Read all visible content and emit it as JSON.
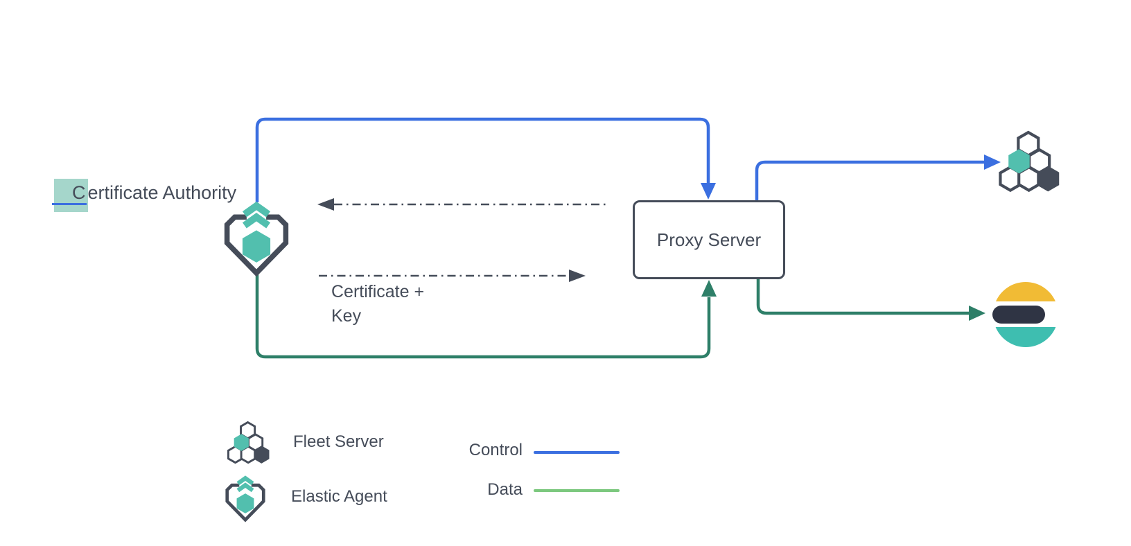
{
  "colors": {
    "control_blue": "#3b6fe0",
    "data_green_path": "#2e7f68",
    "data_green_legend": "#7cc87e",
    "dark_gray": "#454c59",
    "teal": "#52bfae",
    "es_yellow": "#f1bb35",
    "es_navy": "#2f3444",
    "es_teal": "#3ebeb0",
    "highlight_teal": "#a5d6cb"
  },
  "nodes": {
    "certificate_authority": {
      "label_highlight": "C",
      "label_rest": "ertificate Authority"
    },
    "proxy_server": {
      "label": "Proxy Server"
    }
  },
  "edge_labels": {
    "cert_key_line1": "Certificate +",
    "cert_key_line2": "Key"
  },
  "legend": {
    "fleet_server": "Fleet Server",
    "elastic_agent": "Elastic Agent",
    "control": "Control",
    "data": "Data"
  }
}
